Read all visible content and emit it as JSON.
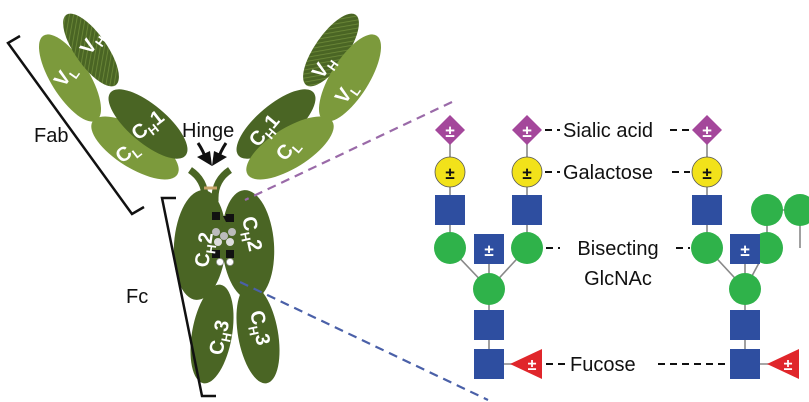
{
  "antibody": {
    "fab_label": "Fab",
    "fc_label": "Fc",
    "hinge_label": "Hinge",
    "domains": {
      "vh": "V",
      "vh_sub": "H",
      "vl": "V",
      "vl_sub": "L",
      "ch1": "C",
      "ch1_sub": "H",
      "ch1_num": "1",
      "cl": "C",
      "cl_sub": "L",
      "ch2": "C",
      "ch2_sub": "H",
      "ch2_num": "2",
      "ch3": "C",
      "ch3_sub": "H",
      "ch3_num": "3"
    },
    "colors": {
      "light_green": "#7c9a3c",
      "dark_green": "#4a6524",
      "mid_green": "#5f7f2e"
    }
  },
  "glycan": {
    "symbol_text": "±",
    "labels": {
      "sialic_acid": "Sialic acid",
      "galactose": "Galactose",
      "bisecting_line1": "Bisecting",
      "bisecting_line2": "GlcNAc",
      "fucose": "Fucose"
    },
    "colors": {
      "sialic": "#a4479b",
      "galactose": "#f2e21a",
      "glcnac": "#2e4ea0",
      "mannose": "#2fb24a",
      "fucose": "#e0262b"
    }
  }
}
